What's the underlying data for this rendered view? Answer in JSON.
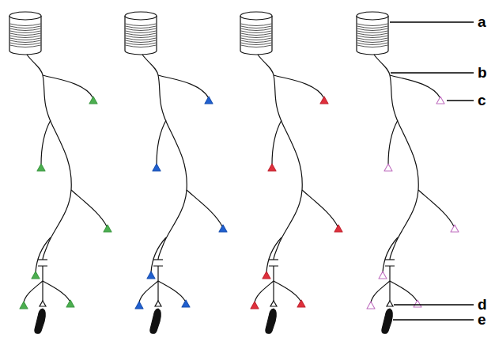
{
  "diagram": {
    "labels": [
      "a",
      "b",
      "c",
      "d",
      "e"
    ]
  }
}
